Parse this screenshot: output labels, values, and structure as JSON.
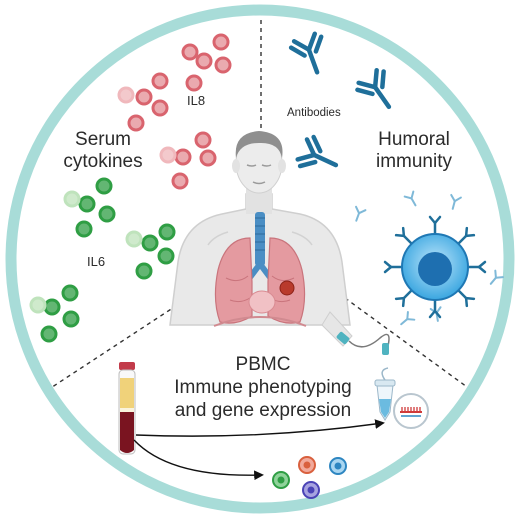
{
  "sections": {
    "serum": {
      "title_line1": "Serum",
      "title_line2": "cytokines",
      "il8_label": "IL8",
      "il6_label": "IL6"
    },
    "humoral": {
      "title_line1": "Humoral",
      "title_line2": "immunity",
      "antibodies_label": "Antibodies"
    },
    "pbmc": {
      "line1": "PBMC",
      "line2": "Immune phenotyping",
      "line3": "and gene expression"
    }
  },
  "colors": {
    "ring": "#a8dcd8",
    "il8": "#d9646e",
    "il6": "#2f9e44",
    "antibody": "#1f6f9a",
    "cell": "#1e88c8",
    "lung": "#e49aa0",
    "trachea": "#4a8ec4",
    "skin": "#eaeaea",
    "hair": "#8f8f8f",
    "blood": "#7a1420",
    "plasma": "#f0d27a"
  },
  "icons": [
    "cytokine-bead-icon",
    "antibody-icon",
    "b-cell-icon",
    "human-figure-icon",
    "lungs-icon",
    "blood-tube-icon",
    "pcr-tube-icon",
    "magnifier-icon",
    "arrow-icon",
    "iv-catheter-icon"
  ]
}
